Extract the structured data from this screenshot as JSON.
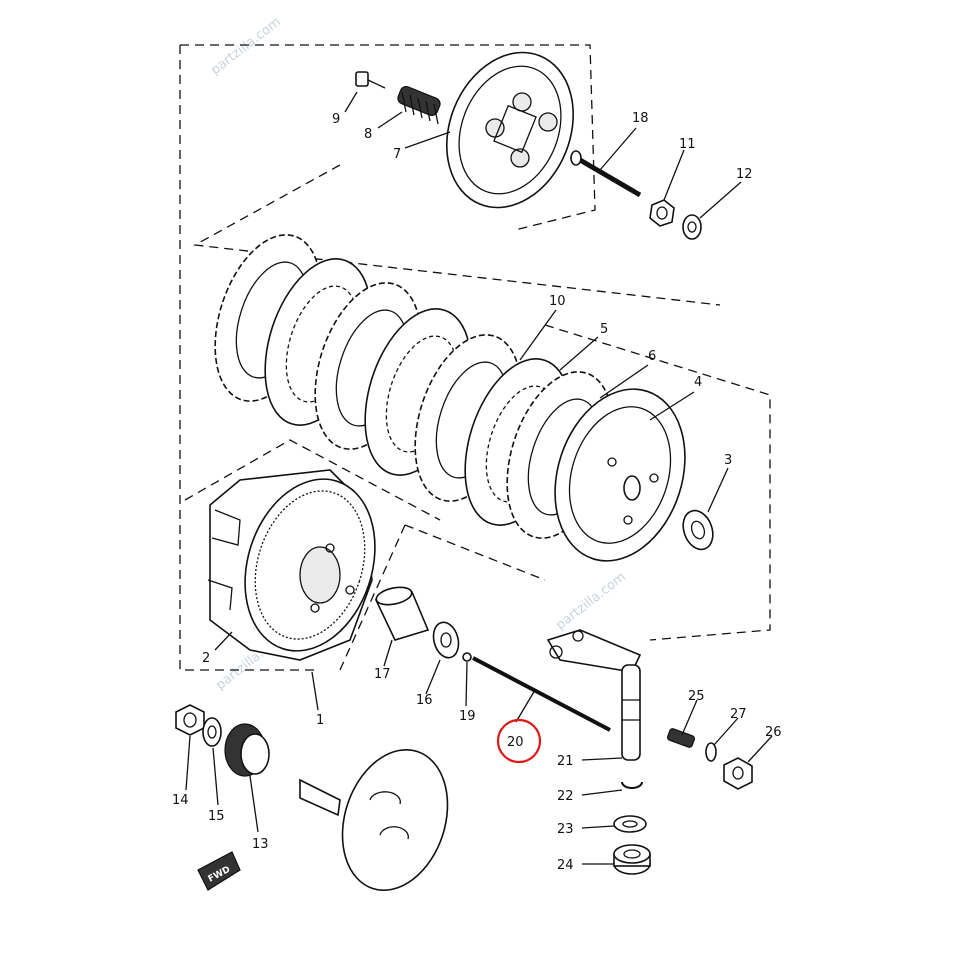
{
  "parts": {
    "p1": "1",
    "p2": "2",
    "p3": "3",
    "p4": "4",
    "p5": "5",
    "p6": "6",
    "p7": "7",
    "p8": "8",
    "p9": "9",
    "p10": "10",
    "p11": "11",
    "p12": "12",
    "p13": "13",
    "p14": "14",
    "p15": "15",
    "p16": "16",
    "p17": "17",
    "p18": "18",
    "p19": "19",
    "p20": "20",
    "p21": "21",
    "p22": "22",
    "p23": "23",
    "p24": "24",
    "p25": "25",
    "p26": "26",
    "p27": "27"
  },
  "highlighted_part": "20",
  "highlight_color": "#e01515",
  "fwd_mark": "FWD",
  "watermark": "partzilla.com"
}
